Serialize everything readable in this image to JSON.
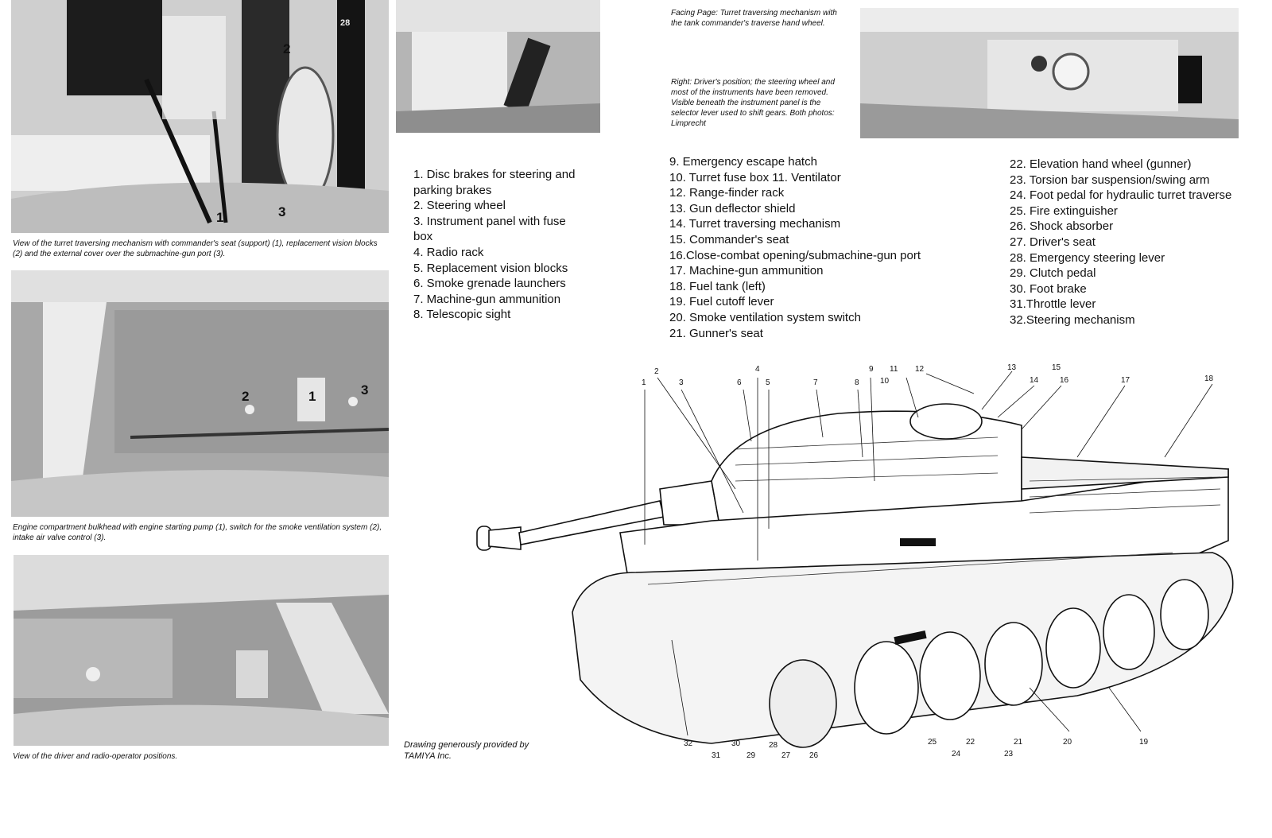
{
  "left_column": {
    "photo1": {
      "callouts": [
        "2",
        "1",
        "3"
      ],
      "stamp": "28",
      "caption": "View of the turret traversing mechanism with commander's seat (support) (1), replacement vision blocks (2) and the external cover over the submachine-gun port (3)."
    },
    "photo2": {
      "callouts": [
        "2",
        "1",
        "3"
      ],
      "caption": "Engine compartment bulkhead with engine starting pump (1), switch for the smoke ventilation system (2), intake air valve control (3)."
    },
    "photo3": {
      "caption": "View of the driver and radio-operator positions."
    }
  },
  "right_captions": {
    "facing_page": "Facing Page: Turret traversing mechanism with the tank commander's traverse hand wheel.",
    "right": "Right: Driver's position; the steering wheel and most of the instruments have been removed. Visible beneath the instrument panel is the selector lever used to shift gears. Both photos: Limprecht"
  },
  "legend_col1": [
    "1. Disc brakes for steering and parking brakes",
    "2. Steering wheel",
    "3. Instrument panel with fuse box",
    "4. Radio rack",
    "5. Replacement vision blocks",
    "6. Smoke grenade launchers",
    "7. Machine-gun ammunition",
    "8. Telescopic sight"
  ],
  "legend_col2": [
    "9. Emergency escape hatch",
    "10. Turret fuse box 11. Ventilator",
    "12. Range-finder rack",
    "13. Gun deflector shield",
    "14. Turret traversing mechanism",
    "15. Commander's seat",
    "16.Close-combat opening/submachine-gun port",
    "17. Machine-gun ammunition",
    "18. Fuel tank (left)",
    "19. Fuel cutoff lever",
    "20. Smoke ventilation system switch",
    "21. Gunner's seat"
  ],
  "legend_col3": [
    "22. Elevation hand wheel (gunner)",
    "23. Torsion bar suspension/swing arm",
    "24. Foot pedal for hydraulic turret traverse",
    "25. Fire extinguisher",
    "26. Shock absorber",
    "27. Driver's seat",
    "28. Emergency steering lever",
    "29. Clutch pedal",
    "30. Foot brake",
    "31.Throttle lever",
    "32.Steering mechanism"
  ],
  "drawing_credit": "Drawing generously provided by TAMIYA Inc.",
  "drawing_numbers": {
    "top": [
      "1",
      "2",
      "3",
      "4",
      "5",
      "6",
      "7",
      "8",
      "9",
      "10",
      "11",
      "12",
      "13",
      "14",
      "15",
      "16",
      "17",
      "18"
    ],
    "bottom": [
      "32",
      "31",
      "30",
      "29",
      "28",
      "27",
      "26",
      "25",
      "24",
      "22",
      "23",
      "21",
      "20",
      "19"
    ]
  }
}
